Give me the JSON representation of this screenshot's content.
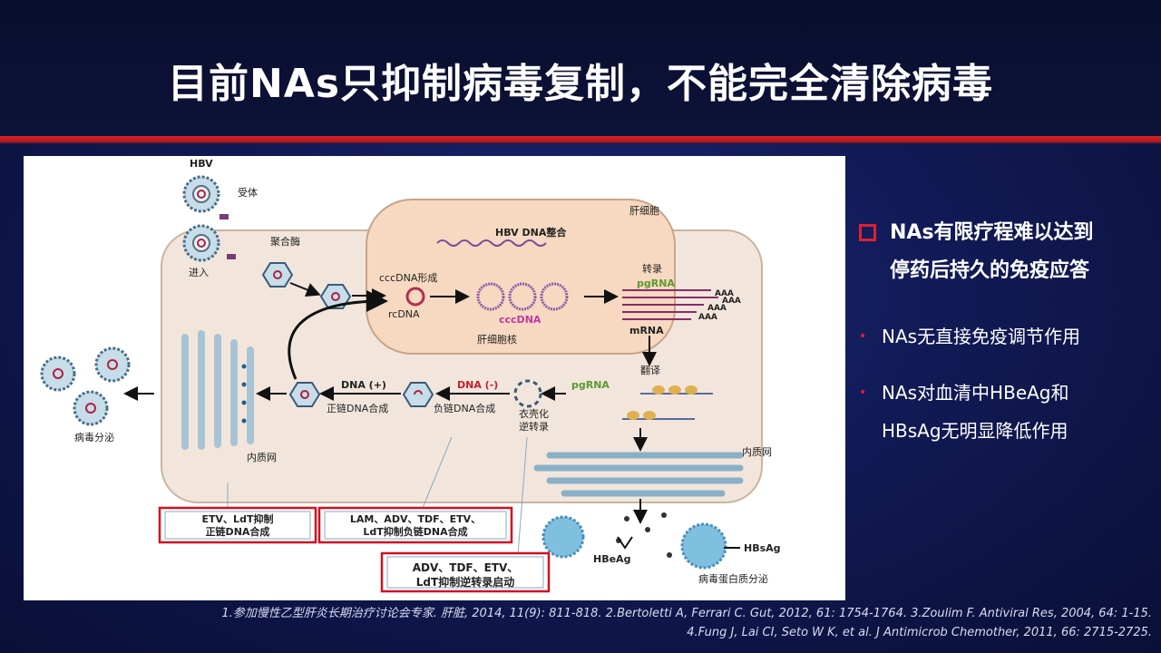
{
  "title": "目前NAs只抑制病毒复制，不能完全清除病毒",
  "colors": {
    "accent_red": "#e02030",
    "background": "#111a55"
  },
  "diagram": {
    "labels": {
      "hbv": "HBV",
      "receptor": "受体",
      "entry": "进入",
      "polymerase": "聚合酶",
      "hepatocyte": "肝细胞",
      "integration": "HBV DNA整合",
      "cccdna_formation": "cccDNA形成",
      "rcdna": "rcDNA",
      "cccdna": "cccDNA",
      "nucleus": "肝细胞核",
      "transcription": "转录",
      "pgrna_top": "pgRNA",
      "aaa": "AAA",
      "mrna": "mRNA",
      "translation": "翻译",
      "dna_plus": "DNA (+)",
      "dna_minus": "DNA (-)",
      "pgrna_mid": "pgRNA",
      "plus_strand_synthesis": "正链DNA合成",
      "minus_strand_synthesis": "负链DNA合成",
      "encapsidation_1": "衣壳化",
      "encapsidation_2": "逆转录",
      "er_left": "内质网",
      "er_right": "内质网",
      "virus_secretion": "病毒分泌",
      "hbeag": "HBeAg",
      "hbsag": "HBsAg",
      "protein_secretion": "病毒蛋白质分泌"
    },
    "boxes": {
      "box1_line1": "ETV、LdT抑制",
      "box1_line2": "正链DNA合成",
      "box2_line1": "LAM、ADV、TDF、ETV、",
      "box2_line2": "LdT抑制负链DNA合成",
      "box3_line1": "ADV、TDF、ETV、",
      "box3_line2": "LdT抑制逆转录启动"
    }
  },
  "points": {
    "main_line1": "NAs有限疗程难以达到",
    "main_line2": "停药后持久的免疫应答",
    "sub1": "NAs无直接免疫调节作用",
    "sub2_line1": "NAs对血清中HBeAg和",
    "sub2_line2": "HBsAg无明显降低作用"
  },
  "references": {
    "line1": "1.参加慢性乙型肝炎长期治疗讨论会专家. 肝脏, 2014, 11(9): 811-818. 2.Bertoletti A, Ferrari C. Gut, 2012, 61: 1754-1764.   3.Zoulim F. Antiviral Res, 2004, 64: 1-15.",
    "line2": "4.Fung J, Lai CI, Seto W K, et al. J Antimicrob Chemother, 2011, 66: 2715-2725."
  }
}
